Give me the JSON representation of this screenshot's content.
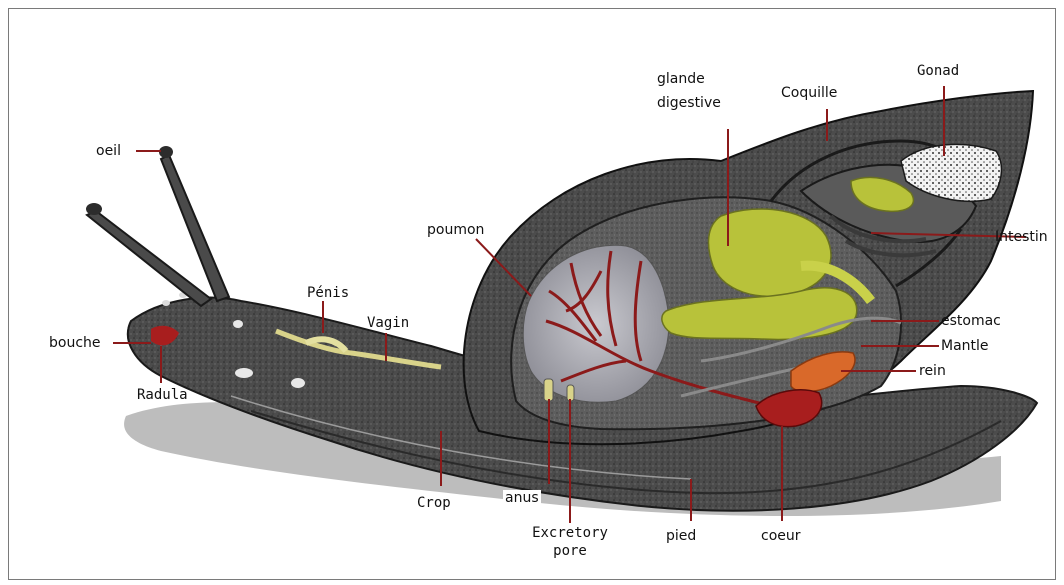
{
  "labels": {
    "oeil": "oeil",
    "bouche": "bouche",
    "radula": "Radula",
    "penis": "Pénis",
    "vagin": "Vagin",
    "poumon": "poumon",
    "glande_line1": "glande",
    "glande_line2": "digestive",
    "coquille": "Coquille",
    "gonad": "Gonad",
    "intestin": "Intestin",
    "estomac": "estomac",
    "mantle": "Mantle",
    "rein": "rein",
    "crop": "Crop",
    "anus": "anus",
    "excretory_line1": "Excretory",
    "excretory_line2": "pore",
    "pied": "pied",
    "coeur": "coeur"
  },
  "colors": {
    "body": "#4a4a4a",
    "shell": "#555555",
    "digestive_gland": "#b8c23a",
    "blood_vessels": "#8b1a1a",
    "leader_lines": "#8b1a1a",
    "shadow": "#bdbdbd"
  }
}
